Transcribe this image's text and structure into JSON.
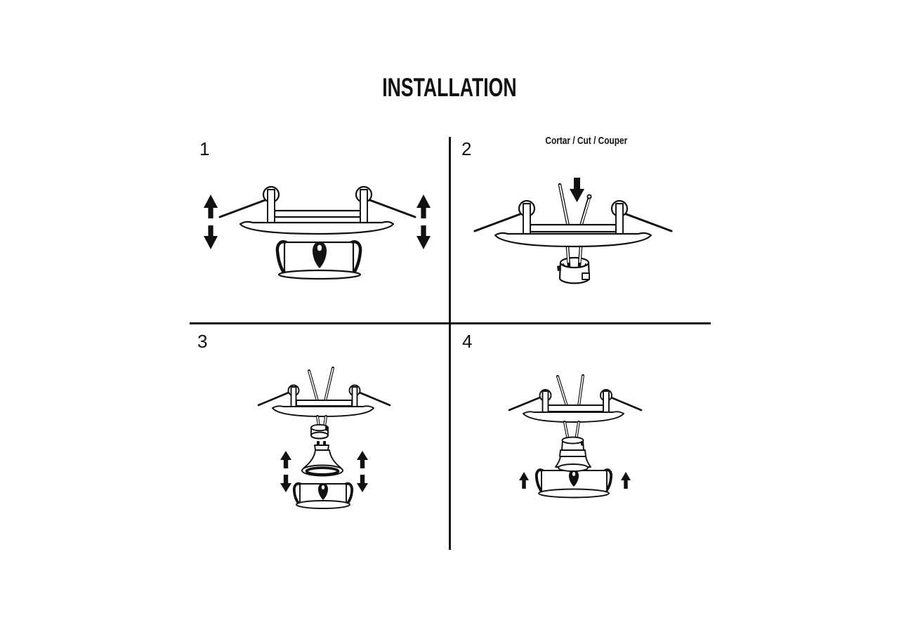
{
  "title": "INSTALLATION",
  "colors": {
    "background": "#ffffff",
    "ink": "#111111"
  },
  "steps": [
    {
      "number": "1",
      "icons": [
        "up-down-arrow-icon",
        "up-down-arrow-icon"
      ]
    },
    {
      "number": "2",
      "caption": "Cortar / Cut / Couper",
      "icons": [
        "down-arrow-icon"
      ]
    },
    {
      "number": "3",
      "icons": [
        "up-down-arrow-icon",
        "up-down-arrow-icon"
      ]
    },
    {
      "number": "4",
      "icons": [
        "up-arrow-icon",
        "up-arrow-icon"
      ]
    }
  ]
}
